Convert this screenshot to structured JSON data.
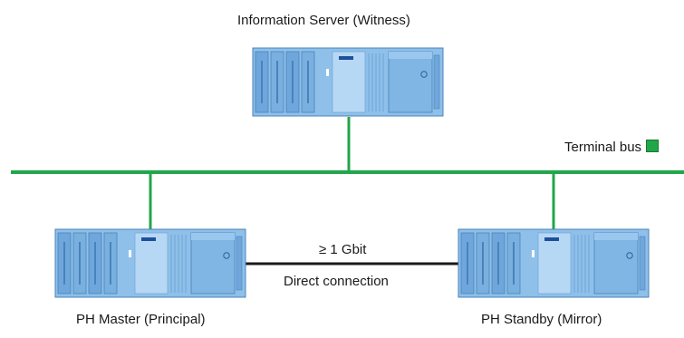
{
  "diagram": {
    "legend": {
      "label": "Terminal bus",
      "color": "#22a64a"
    },
    "colors": {
      "bus": "#22a64a",
      "direct_link": "#1a1a1a",
      "server_light": "#a9cff0",
      "server_mid": "#7fb6e3",
      "server_dark": "#5d98cf",
      "server_outline": "#4a83bb",
      "led": "#1e4f9a"
    },
    "nodes": {
      "witness": {
        "label": "Information Server (Witness)",
        "icon": "server-icon"
      },
      "principal": {
        "label": "PH Master (Principal)",
        "icon": "server-icon"
      },
      "mirror": {
        "label": "PH Standby (Mirror)",
        "icon": "server-icon"
      }
    },
    "direct_link": {
      "speed_label": "≥ 1 Gbit",
      "label": "Direct connection"
    }
  }
}
